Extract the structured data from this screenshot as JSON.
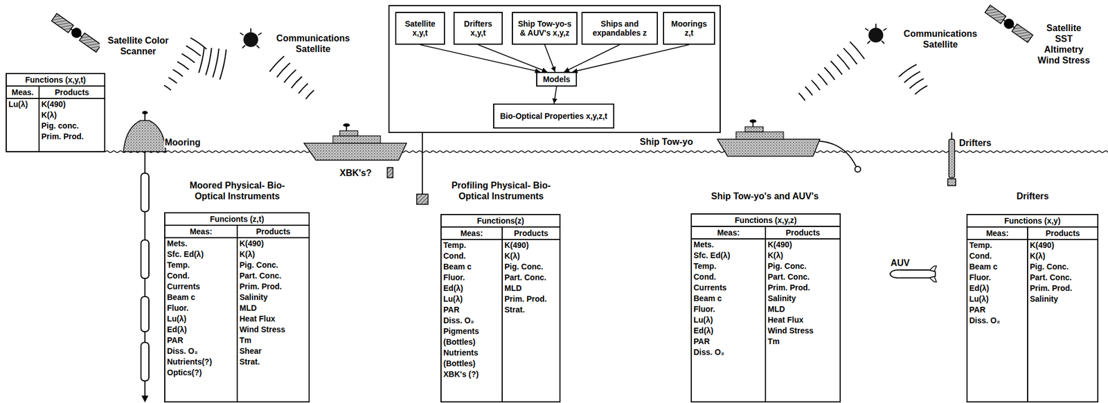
{
  "diagram": {
    "nodes": [
      {
        "text": [
          "Functions (x,y,t)",
          "Meas.",
          "Products",
          "Lu(λ)",
          "K(490)",
          "K(λ)",
          "Pig. conc.",
          "Prim. Prod."
        ]
      },
      {
        "text": []
      },
      {
        "text": [
          "Satellite x,y,t"
        ],
        "in": 1
      },
      {
        "text": [
          "Drifters x,y,t"
        ],
        "in": 1
      },
      {
        "text": [
          "Ship Tow-yo-s & AUV's x,y,z"
        ],
        "in": 1
      },
      {
        "text": [
          "Ships and expandables z"
        ],
        "in": 1
      },
      {
        "text": [
          "Moorings z,t"
        ],
        "in": 1
      },
      {
        "text": [
          "Models"
        ],
        "in": 1
      },
      {
        "text": [
          "Bio-Optical Properties x,y,z,t"
        ],
        "in": 1
      },
      {
        "text": [
          "Funcionts (z,t)",
          "Meas:",
          "Products",
          "Mets.",
          "Sfc. Ed(λ)",
          "Temp.",
          "Cond.",
          "Currents",
          "Beam c",
          "Fluor.",
          "Lu(λ)",
          "Ed(λ)",
          "PAR",
          "Diss. O₂",
          "Nutrients(?)",
          "Optics(?)",
          "K(490)",
          "K(λ)",
          "Pig. Conc.",
          "Part. Conc.",
          "Prim. Prod.",
          "Salinity",
          "MLD",
          "Heat Flux",
          "Wind Stress",
          "Tm",
          "Shear",
          "Strat."
        ]
      },
      {
        "text": [
          "Functions(z)",
          "Meas:",
          "Products",
          "Temp.",
          "Cond.",
          "Beam c",
          "Fluor.",
          "Ed(λ)",
          "Lu(λ)",
          "PAR",
          "Diss. O₂",
          "Pigments (Bottles)",
          "Nutrients (Bottles)",
          "XBK's (?)",
          "K(490)",
          "K(λ)",
          "Pig. Conc.",
          "Part. Conc.",
          "MLD",
          "Prim. Prod.",
          "Strat."
        ]
      },
      {
        "text": [
          "Functions (x,y,z)",
          "Meas:",
          "Products",
          "Mets.",
          "Sfc. Ed(λ)",
          "Temp.",
          "Cond.",
          "Currents",
          "Beam c",
          "Fluor.",
          "Lu(λ)",
          "Ed(λ)",
          "PAR",
          "Diss. O₂",
          "K(490)",
          "K(λ)",
          "Pig. Conc.",
          "Part. Conc.",
          "Prim. Prod.",
          "Salinity",
          "MLD",
          "Heat Flux",
          "Wind Stress",
          "Tm"
        ]
      },
      {
        "text": [
          "Functions (x,y)",
          "Meas:",
          "Products",
          "Temp.",
          "Cond.",
          "Beam c",
          "Fluor.",
          "Ed(λ)",
          "Lu(λ)",
          "PAR",
          "Diss. O₂",
          "K(490)",
          "K(λ)",
          "Pig. Conc.",
          "Part. Conc.",
          "Prim. Prod.",
          "Salinity"
        ]
      }
    ],
    "edges": [
      {
        "from": 2,
        "to": 7,
        "arrow": "to"
      },
      {
        "from": 3,
        "to": 7,
        "arrow": "to"
      },
      {
        "from": 4,
        "to": 7,
        "arrow": "to"
      },
      {
        "from": 5,
        "to": 7,
        "arrow": "to"
      },
      {
        "from": 6,
        "to": 7,
        "arrow": "to"
      },
      {
        "from": 7,
        "to": 8,
        "arrow": "to"
      }
    ],
    "labels": [
      "Satellite Color Scanner",
      "Communications Satellite",
      "Communications Satellite",
      "Satellite SST Altimetry Wind Stress",
      "Mooring",
      "Ship Tow-yo",
      "Drifters",
      "XBK's?",
      "Moored Physical- Bio-Optical Instruments",
      "Profiling Physical- Bio-Optical Instruments",
      "Ship Tow-yo's and AUV's",
      "Drifters",
      "AUV"
    ]
  }
}
